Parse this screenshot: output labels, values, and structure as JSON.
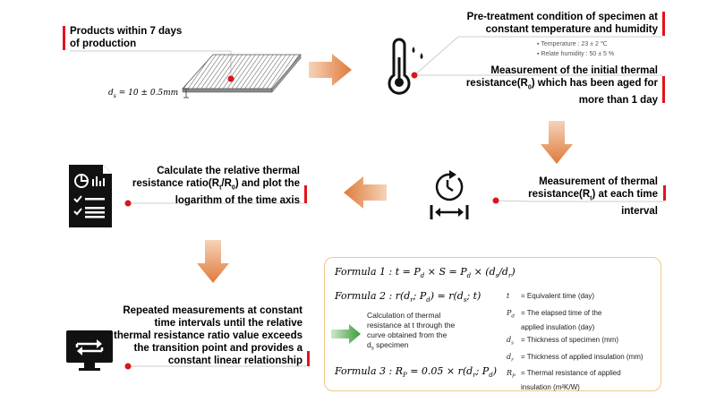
{
  "steps": {
    "s1": {
      "line1": "Products within 7 days",
      "line2": "of production"
    },
    "thickness_label": "d",
    "thickness_sub": "s",
    "thickness_value": " = 10 ± 0.5mm",
    "s2": {
      "line1": "Pre-treatment condition of specimen at",
      "line2": "constant temperature and humidity",
      "bullet1": "Temperature : 23 ± 2 ℃",
      "bullet2": "Relate humidity : 50 ± 5 %"
    },
    "s3": {
      "line1": "Measurement of the initial thermal",
      "line2": "resistance(R",
      "sub": "0",
      "line2b": ") which has been aged for",
      "line3": "more than 1 day"
    },
    "s4": {
      "line1": "Measurement of thermal",
      "line2": "resistance(R",
      "sub": "t",
      "line2b": ") at each time interval"
    },
    "s5": {
      "line1": "Calculate the relative thermal",
      "line2a": "resistance ratio(R",
      "sub1": "t",
      "line2b": "/R",
      "sub2": "0",
      "line2c": ") and plot the",
      "line3": "logarithm of the time axis"
    },
    "s6": {
      "line1": "Repeated measurements at constant",
      "line2": "time intervals until the relative",
      "line3": "thermal resistance ratio value exceeds",
      "line4": "the transition point and provides a",
      "line5": "constant linear relationship"
    }
  },
  "formulas": {
    "f1_label": "Formula 1 : ",
    "f1_expr": "t = P",
    "f1_rest": " × S = P",
    "f1_rest2": " × (d",
    "f1_rest3": "/d",
    "f1_end": ")",
    "f2_label": "Formula 2 : ",
    "f2_expr": "r(d",
    "f2_mid": "; P",
    "f2_mid2": ") = r(d",
    "f2_end": "; t)",
    "f3_label": "Formula 3 : ",
    "f3_expr": "R",
    "f3_mid": " = 0.05 × r(d",
    "f3_mid2": "; P",
    "f3_end": ")",
    "calc_line1": "Calculation of thermal",
    "calc_line2": "resistance at t through the",
    "calc_line3": "curve obtained from the",
    "calc_line4a": "d",
    "calc_line4b": "s",
    "calc_line4c": " specimen"
  },
  "subs": {
    "d": "d",
    "s": "s",
    "r": "r",
    "P": "P"
  },
  "definitions": [
    {
      "key": "t",
      "sub": "",
      "text": " = Equivalent time (day)",
      "cont": ""
    },
    {
      "key": "P",
      "sub": "d",
      "text": " = The elapsed time of the",
      "cont": "applied insulation (day)"
    },
    {
      "key": "d",
      "sub": "s",
      "text": " = Thickness of specimen (mm)",
      "cont": ""
    },
    {
      "key": "d",
      "sub": "r",
      "text": " = Thickness of applied insulation (mm)",
      "cont": ""
    },
    {
      "key": "R",
      "sub": "P",
      "text": " = Thermal resistance of applied",
      "cont": "insulation (m²K/W)"
    }
  ],
  "colors": {
    "accent_red": "#e1141b",
    "arrow_orange": "#e9935a",
    "arrow_green": "#3c9b3a",
    "box_border": "#f0c78a"
  },
  "icons": [
    "thermometer-icon",
    "clock-refresh-icon",
    "report-icon",
    "monitor-refresh-icon"
  ]
}
